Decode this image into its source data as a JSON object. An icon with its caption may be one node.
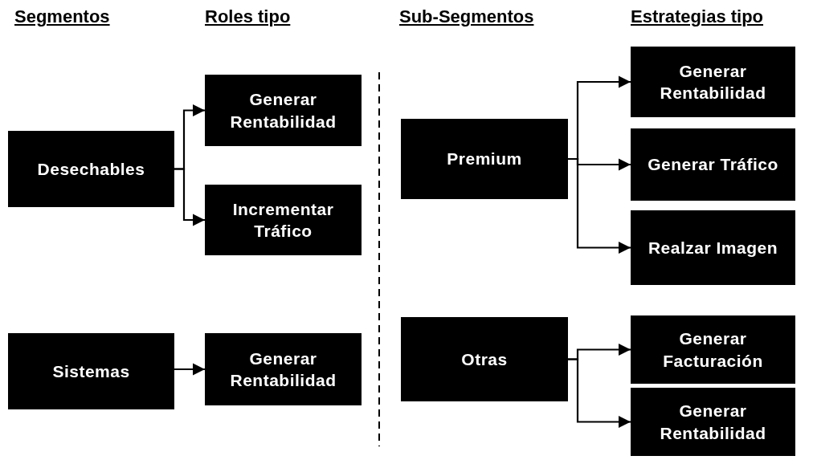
{
  "diagram": {
    "nodes": [
      {
        "text": [
          "Desechables"
        ]
      },
      {
        "text": [
          "Generar Rentabilidad"
        ]
      },
      {
        "text": [
          "Incrementar Tráfico"
        ]
      },
      {
        "text": [
          "Sistemas"
        ]
      },
      {
        "text": [
          "Generar Rentabilidad"
        ]
      },
      {
        "text": [
          "Premium"
        ]
      },
      {
        "text": [
          "Generar Rentabilidad"
        ]
      },
      {
        "text": [
          "Generar Tráfico"
        ]
      },
      {
        "text": [
          "Realzar Imagen"
        ]
      },
      {
        "text": [
          "Otras"
        ]
      },
      {
        "text": [
          "Generar Facturación"
        ]
      },
      {
        "text": [
          "Generar Rentabilidad"
        ]
      }
    ],
    "edges": [
      {
        "from": 0,
        "to": 1,
        "arrow": "to"
      },
      {
        "from": 0,
        "to": 2,
        "arrow": "to"
      },
      {
        "from": 3,
        "to": 4,
        "arrow": "to"
      },
      {
        "from": 5,
        "to": 6,
        "arrow": "to"
      },
      {
        "from": 5,
        "to": 7,
        "arrow": "to"
      },
      {
        "from": 5,
        "to": 8,
        "arrow": "to"
      },
      {
        "from": 9,
        "to": 10,
        "arrow": "to"
      },
      {
        "from": 9,
        "to": 11,
        "arrow": "to"
      }
    ],
    "labels": [
      "Segmentos",
      "Roles tipo",
      "Sub-Segmentos",
      "Estrategias tipo"
    ]
  }
}
